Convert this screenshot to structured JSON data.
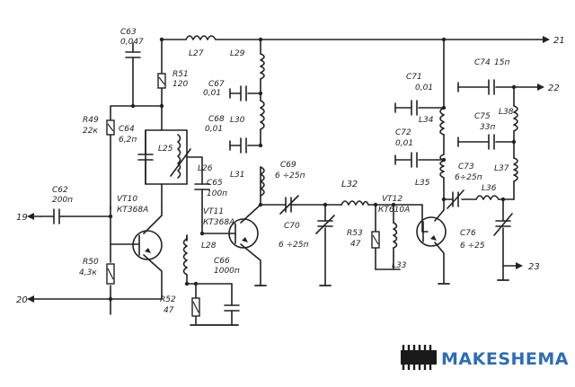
{
  "labels": {
    "C63": "C63",
    "C63v": "0,047",
    "R51": "R51",
    "R51v": "120",
    "R49": "R49",
    "R49v": "22к",
    "C64": "C64",
    "C64v": "6,2п",
    "L25": "L25",
    "L26": "L26",
    "L27": "L27",
    "L28": "L28",
    "L29": "L29",
    "C67": "C67",
    "C67v": "0,01",
    "C68": "C68",
    "C68v": "0,01",
    "L30": "L30",
    "L31": "L31",
    "C65": "C65",
    "C65v": "100п",
    "C62": "C62",
    "C62v": "200п",
    "VT10": "VT10",
    "VT10v": "КТ368А",
    "VT11": "VT11",
    "VT11v": "КТ368А",
    "R50": "R50",
    "R50v": "4,3к",
    "R52": "R52",
    "R52v": "47",
    "C66": "C66",
    "C66v": "1000п",
    "C69": "C69",
    "C69v": "6 ÷25п",
    "L32": "L32",
    "C70": "C70",
    "C70v": "6 ÷25п",
    "R53": "R53",
    "R53v": "47",
    "VT12": "VT12",
    "VT12v": "КТ610А",
    "L33": "L33",
    "C71": "C71",
    "C71v": "0,01",
    "L34": "L34",
    "C72": "C72",
    "C72v": "0,01",
    "L35": "L35",
    "C73": "C73",
    "C73v": "6÷25п",
    "L36": "L36",
    "C74": "C74",
    "C74v": "15п",
    "C75": "C75",
    "C75v": "33п",
    "L38": "L38",
    "L37": "L37",
    "C76": "C76",
    "C76v": "6 ÷25",
    "t19": "19",
    "t20": "20",
    "t21": "21",
    "t22": "22",
    "t23": "23"
  },
  "logo": {
    "text": "MAKESHEMA",
    "icon": "chip-icon"
  },
  "colors": {
    "line": "#222222",
    "brand": "#2d6db5"
  }
}
